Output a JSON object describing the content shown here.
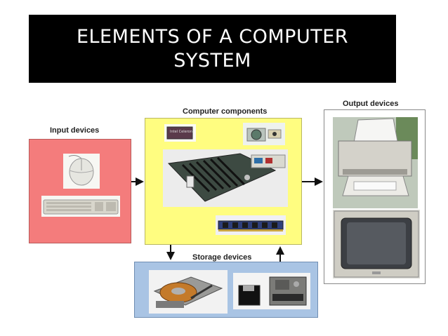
{
  "title": "ELEMENTS OF A COMPUTER SYSTEM",
  "labels": {
    "input": "Input devices",
    "components": "Computer components",
    "output": "Output devices",
    "storage": "Storage devices"
  },
  "chip_text": "Intel Celeron",
  "colors": {
    "input_panel": "#f47c7c",
    "components_panel": "#fffd80",
    "storage_panel": "#a9c4e4",
    "title_bg": "#000000",
    "title_text": "#ffffff"
  },
  "icons": [
    "mouse-image",
    "keyboard-image",
    "cpu-chip-image",
    "fan-image",
    "motherboard-image",
    "expansion-card-image",
    "memory-module-image",
    "printer-image",
    "monitor-image",
    "hard-disk-image",
    "floppy-disk-image",
    "floppy-drive-image"
  ]
}
